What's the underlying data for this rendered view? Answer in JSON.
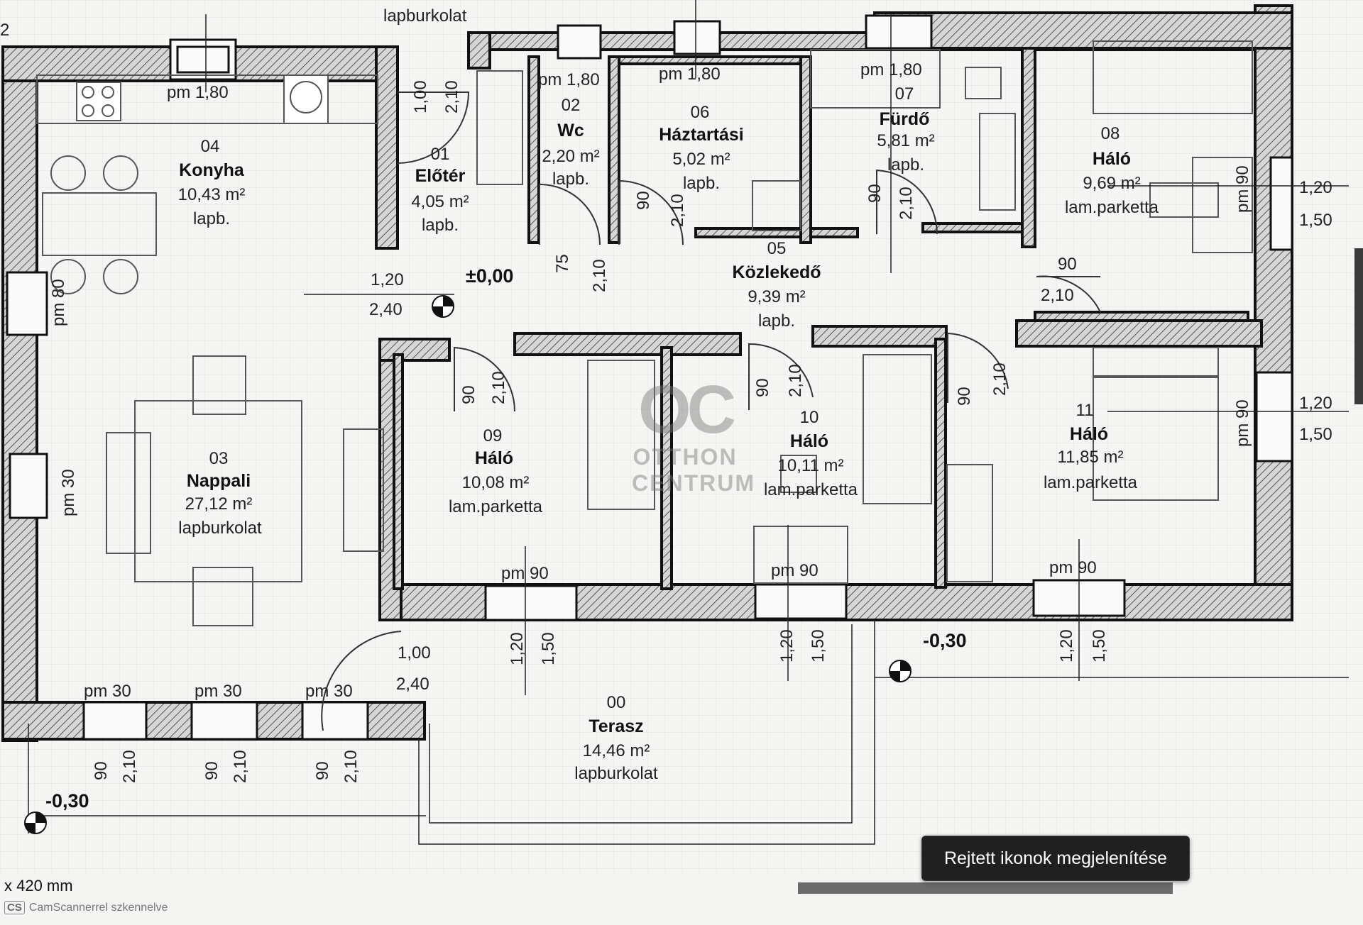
{
  "header": {
    "top_label": "lapburkolat",
    "corner_label": "2"
  },
  "rooms": [
    {
      "num": "00",
      "name": "Terasz",
      "area": "14,46 m²",
      "floor": "lapburkolat"
    },
    {
      "num": "01",
      "name": "Előtér",
      "area": "4,05 m²",
      "floor": "lapb."
    },
    {
      "num": "02",
      "name": "Wc",
      "area": "2,20 m²",
      "floor": "lapb."
    },
    {
      "num": "03",
      "name": "Nappali",
      "area": "27,12 m²",
      "floor": "lapburkolat"
    },
    {
      "num": "04",
      "name": "Konyha",
      "area": "10,43 m²",
      "floor": "lapb."
    },
    {
      "num": "05",
      "name": "Közlekedő",
      "area": "9,39 m²",
      "floor": "lapb."
    },
    {
      "num": "06",
      "name": "Háztartási",
      "area": "5,02 m²",
      "floor": "lapb."
    },
    {
      "num": "07",
      "name": "Fürdő",
      "area": "5,81 m²",
      "floor": "lapb."
    },
    {
      "num": "08",
      "name": "Háló",
      "area": "9,69 m²",
      "floor": "lam.parketta"
    },
    {
      "num": "09",
      "name": "Háló",
      "area": "10,08 m²",
      "floor": "lam.parketta"
    },
    {
      "num": "10",
      "name": "Háló",
      "area": "10,11 m²",
      "floor": "lam.parketta"
    },
    {
      "num": "11",
      "name": "Háló",
      "area": "11,85 m²",
      "floor": "lam.parketta"
    }
  ],
  "levels": {
    "ground": "±0,00",
    "outside_right": "-0,30",
    "outside_left": "-0,30"
  },
  "dims": {
    "pm180": "pm 1,80",
    "pm80": "pm 80",
    "pm30": "pm 30",
    "pm90": "pm 90",
    "d90": "90",
    "d210": "2,10",
    "d120": "1,20",
    "d150": "1,50",
    "d100": "1,00",
    "d240": "2,40",
    "d75": "75"
  },
  "watermark": {
    "mark": "OC",
    "line1": "OTTHON",
    "line2": "CENTRUM"
  },
  "footer": {
    "paper_size": "x 420 mm",
    "scanner_badge": "CS",
    "scanner_text": "CamScannerrel szkennelve"
  },
  "tooltip": {
    "label": "Rejtett ikonok megjelenítése"
  }
}
